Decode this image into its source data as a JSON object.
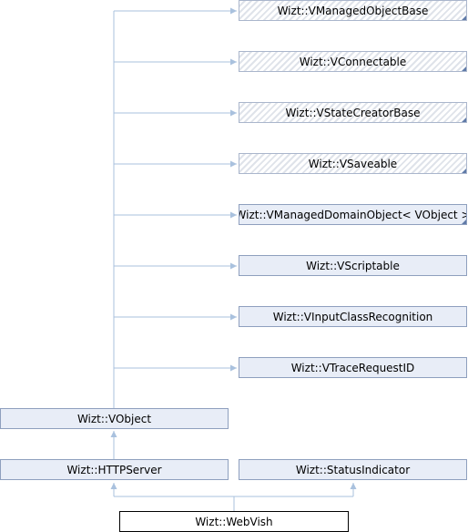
{
  "nodes": {
    "managed_object_base": "Wizt::VManagedObjectBase",
    "connectable": "Wizt::VConnectable",
    "state_creator_base": "Wizt::VStateCreatorBase",
    "saveable": "Wizt::VSaveable",
    "managed_domain_object": "Wizt::VManagedDomainObject< VObject >",
    "scriptable": "Wizt::VScriptable",
    "input_class_recognition": "Wizt::VInputClassRecognition",
    "trace_request_id": "Wizt::VTraceRequestID",
    "vobject": "Wizt::VObject",
    "http_server": "Wizt::HTTPServer",
    "status_indicator": "Wizt::StatusIndicator",
    "webvish": "Wizt::WebVish"
  },
  "colors": {
    "edge": "#a9c1de",
    "node_fill": "#e8edf7",
    "node_border": "#8e9fbe",
    "hatched_border": "#aab6cc",
    "current_border": "#000000"
  }
}
